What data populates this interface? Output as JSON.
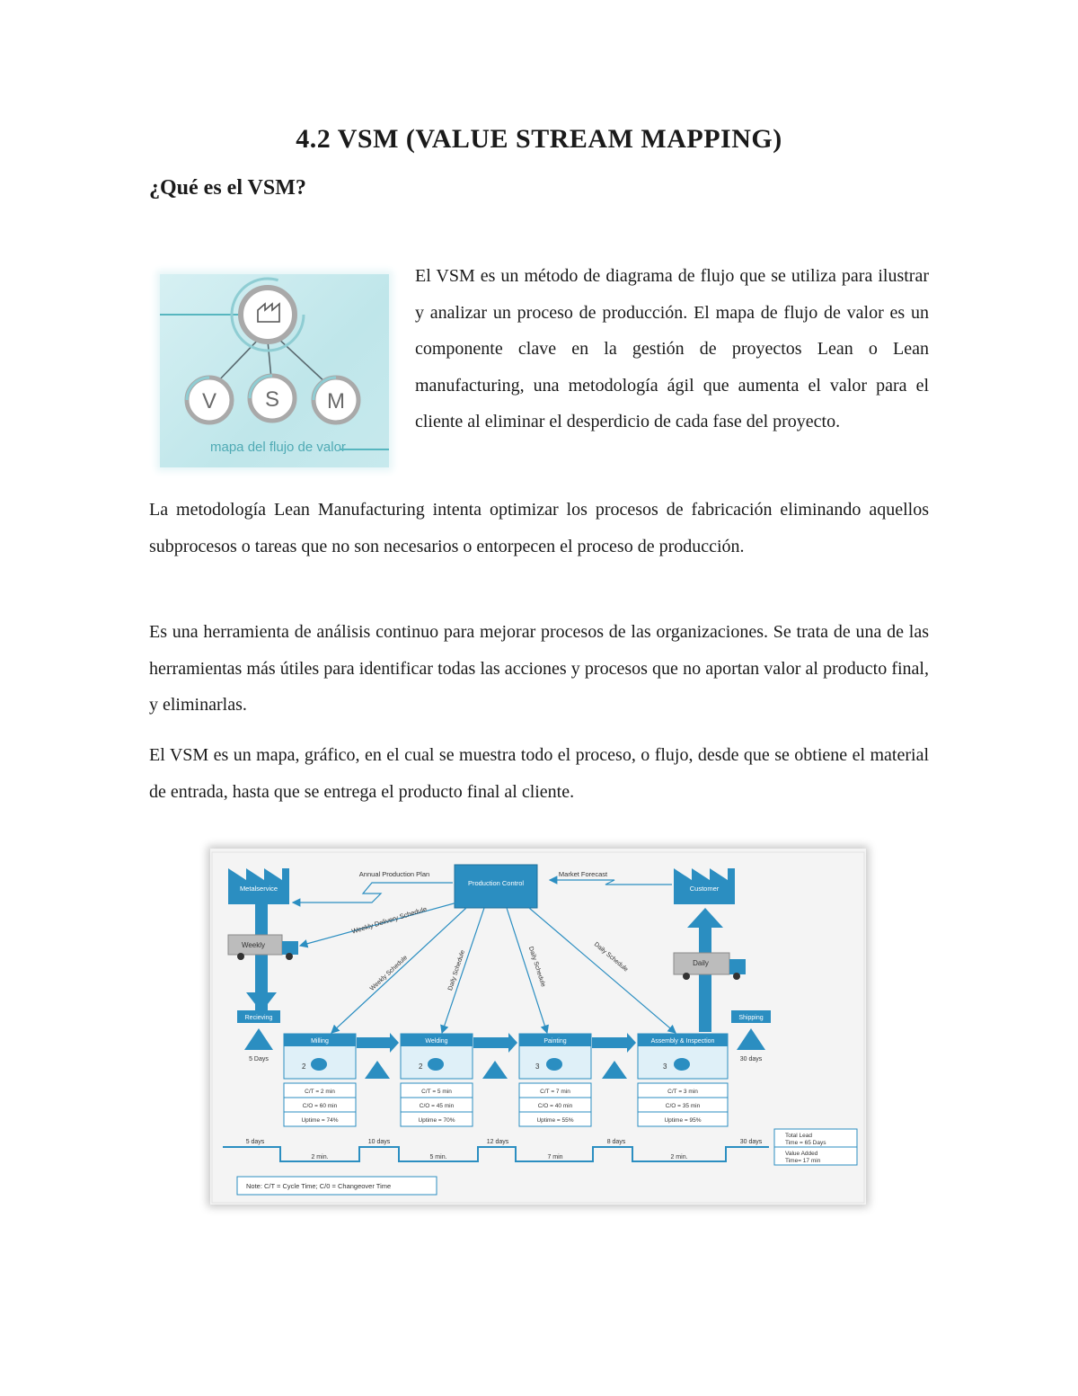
{
  "doc": {
    "title": "4.2 VSM (VALUE STREAM MAPPING)",
    "subtitle": "¿Qué es el VSM?",
    "paragraphs": [
      "El VSM es un método de diagrama de flujo que se utiliza para ilustrar y analizar un proceso de producción. El mapa de flujo de valor es un componente clave en la gestión de proyectos Lean o Lean manufacturing, una metodología ágil que aumenta el valor para el cliente al eliminar el desperdicio de cada fase del proyecto.",
      "La metodología Lean Manufacturing intenta optimizar los procesos de fabricación eliminando aquellos subprocesos o tareas que no son necesarios o entorpecen el proceso de producción.",
      "Es una herramienta de análisis continuo para mejorar procesos de las organizaciones. Se trata de una de las herramientas más útiles para identificar todas las acciones y procesos que no aportan valor al producto final, y eliminarlas.",
      "El VSM es un mapa, gráfico, en el cual se muestra todo el proceso, o flujo, desde que se obtiene el material de entrada, hasta que se entrega el producto final al cliente."
    ]
  },
  "logo": {
    "letters": [
      "V",
      "S",
      "M"
    ],
    "caption": "mapa del flujo de valor",
    "accent": "#57b6bf"
  },
  "vsm": {
    "colors": {
      "primary": "#2b8ec1",
      "dark": "#1e6f9a",
      "light": "#dff0f8"
    },
    "supplier": "Metalservice",
    "customer": "Customer",
    "control": "Production Control",
    "annual_plan": "Annual Production Plan",
    "market_forecast": "Market Forecast",
    "weekly_delivery": "Weekly Delivery Schedule",
    "schedules": [
      "Weekly Schedule",
      "Daily Schedule",
      "Daily Schedule",
      "Daily Schedule"
    ],
    "truck_in": "Weekly",
    "truck_out": "Daily",
    "receiving": "Recieving",
    "shipping": "Shipping",
    "receiving_days": "5 Days",
    "shipping_days": "30 days",
    "processes": [
      {
        "name": "Milling",
        "operators": "2",
        "ct": "C/T = 2 min",
        "co": "C/O = 60 min",
        "uptime": "Uptime = 74%"
      },
      {
        "name": "Welding",
        "operators": "2",
        "ct": "C/T = 5 min",
        "co": "C/O = 45 min",
        "uptime": "Uptime = 70%"
      },
      {
        "name": "Painting",
        "operators": "3",
        "ct": "C/T = 7 min",
        "co": "C/O = 40 min",
        "uptime": "Uptime = 55%"
      },
      {
        "name": "Assembly & Inspection",
        "operators": "3",
        "ct": "C/T = 3 min",
        "co": "C/O = 35 min",
        "uptime": "Uptime = 95%"
      }
    ],
    "timeline_days": [
      "5 days",
      "10 days",
      "12 days",
      "8 days",
      "30 days"
    ],
    "timeline_times": [
      "2 min.",
      "5 min.",
      "7 min",
      "2 min."
    ],
    "total_lead_1": "Total Lead",
    "total_lead_2": "Time = 65 Days",
    "value_added_1": "Value Added",
    "value_added_2": "Time= 17 min",
    "note": "Note: C/T = Cycle Time; C/0 = Changeover Time"
  }
}
